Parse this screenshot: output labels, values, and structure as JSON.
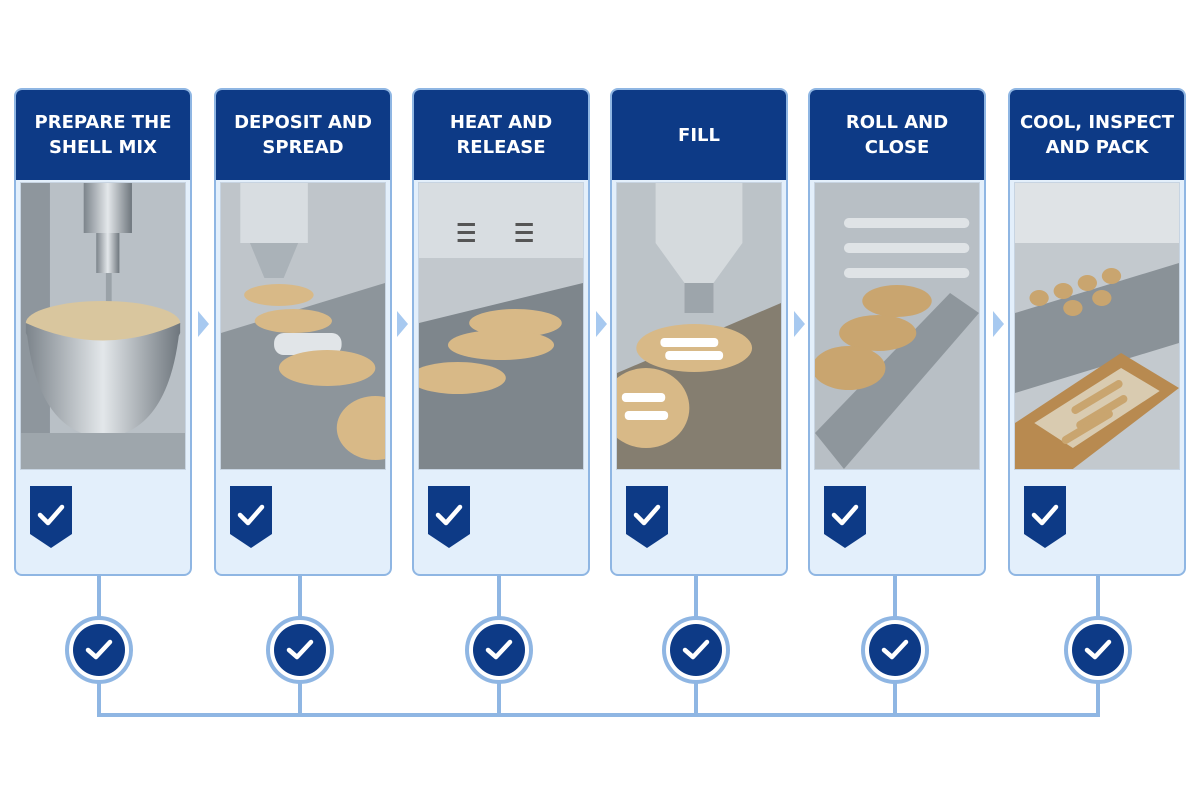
{
  "steps": [
    {
      "title": "PREPARE THE\nSHELL MIX"
    },
    {
      "title": "DEPOSIT AND\nSPREAD"
    },
    {
      "title": "HEAT AND\nRELEASE"
    },
    {
      "title": "FILL"
    },
    {
      "title": "ROLL AND\nCLOSE"
    },
    {
      "title": "COOL, INSPECT\nAND PACK"
    }
  ],
  "colors": {
    "header": "#0d3a86",
    "card_bg": "#e3effb",
    "border": "#8fb6e3",
    "arrow": "#a7c9f0",
    "check": "#ffffff"
  },
  "icons": {
    "step_status": "check-badge-icon",
    "timeline_node": "check-circle-icon",
    "flow": "arrow-right-icon"
  }
}
